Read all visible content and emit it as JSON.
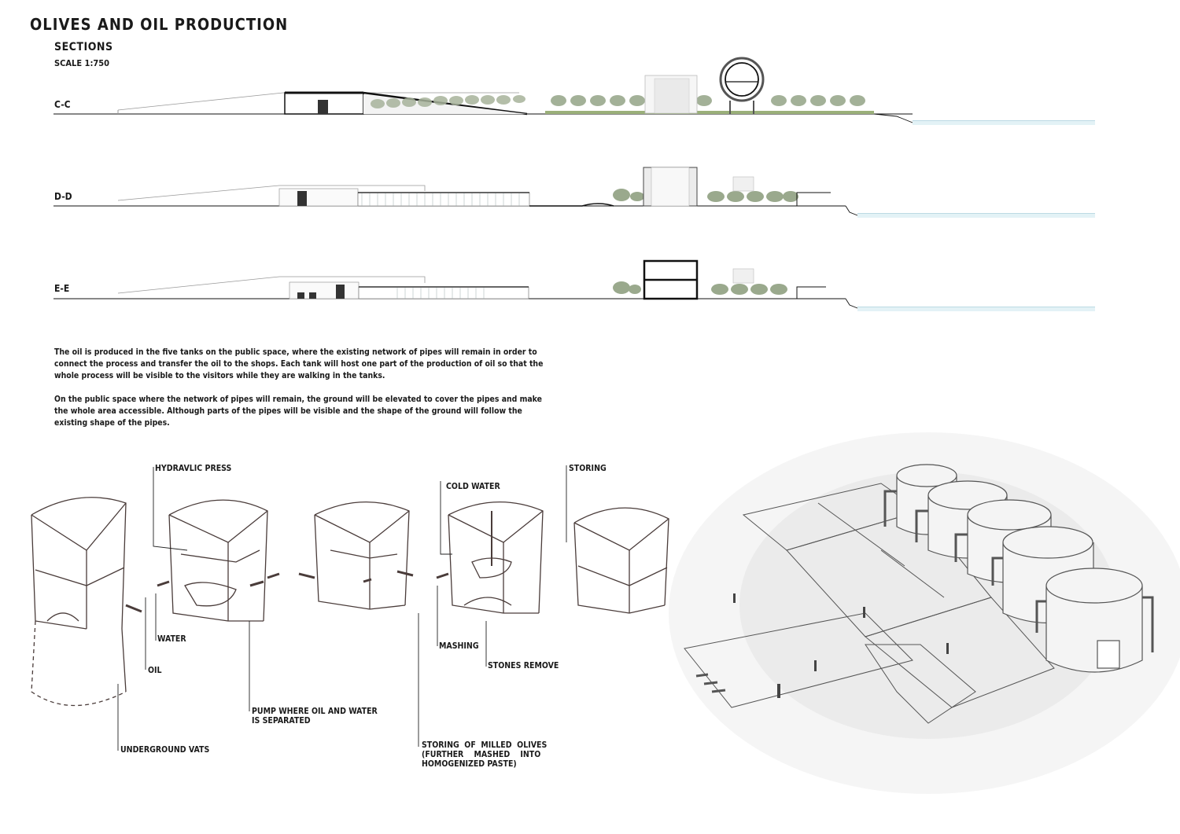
{
  "header": {
    "title": "OLIVES AND OIL PRODUCTION",
    "subtitle": "SECTIONS",
    "scale": "SCALE 1:750"
  },
  "sections": [
    {
      "label": "C-C"
    },
    {
      "label": "D-D"
    },
    {
      "label": "E-E"
    }
  ],
  "description": {
    "paragraph1": "The oil is produced in the five tanks on the public space, where the existing network of pipes will remain in order to connect the process and transfer the oil to the shops.  Each tank will host one part of the production of oil so that the whole process will be visible to the visitors while they are walking in the tanks.",
    "paragraph2": "On the public space where the network of pipes will remain, the ground will be elevated to cover the pipes and make the whole area accessible. Although parts of the pipes will be visible and the shape of the ground will follow the existing shape of the pipes."
  },
  "process_labels": {
    "hydraulic_press": "HYDRAVLIC PRESS",
    "cold_water": "COLD WATER",
    "storing": "STORING",
    "water": "WATER",
    "oil": "OIL",
    "mashing": "MASHING",
    "stones_remove": "STONES REMOVE",
    "pump": "PUMP WHERE OIL AND WATER\nIS SEPARATED",
    "underground_vats": "UNDERGROUND VATS",
    "storing_milled": "STORING  OF  MILLED  OLIVES\n(FURTHER    MASHED    INTO\nHOMOGENIZED PASTE)"
  },
  "colors": {
    "water": "#bfe3ee",
    "ink": "#1a1a1a",
    "sketch": "#5a4a48",
    "tree": "#8a9a7c",
    "grass": "#9bb07a"
  }
}
